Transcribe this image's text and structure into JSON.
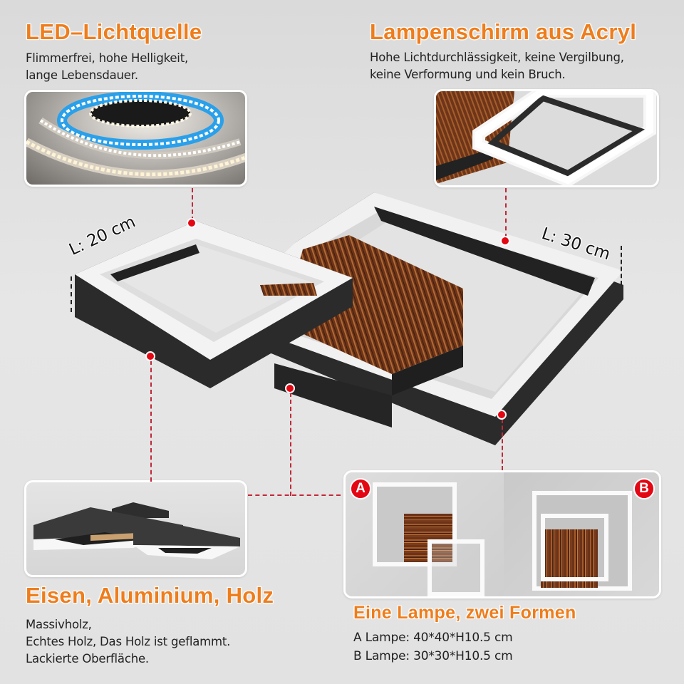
{
  "sections": {
    "led": {
      "title": "LED–Lichtquelle",
      "lines": [
        "Flimmerfrei, hohe Helligkeit,",
        "lange Lebensdauer."
      ]
    },
    "acryl": {
      "title": "Lampenschirm aus Acryl",
      "lines": [
        "Hohe Lichtdurchlässigkeit, keine Vergilbung,",
        "keine Verformung und kein Bruch."
      ]
    },
    "material": {
      "title": "Eisen, Aluminium, Holz",
      "lines": [
        "Massivholz,",
        "Echtes Holz, Das Holz ist geflammt.",
        "Lackierte Oberfläche."
      ]
    },
    "forms": {
      "title": "Eine Lampe, zwei Formen",
      "lines": [
        "A Lampe: 40*40*H10.5 cm",
        "B Lampe: 30*30*H10.5 cm"
      ]
    }
  },
  "dimensions": {
    "small": "L: 20 cm",
    "large": "L: 30 cm"
  },
  "badges": {
    "a": "A",
    "b": "B"
  },
  "colors": {
    "accent_orange": "#ee7d1c",
    "callout_red": "#e30613",
    "frame_black": "#2b2b2b",
    "acrylic_white": "#f4f4f4"
  }
}
